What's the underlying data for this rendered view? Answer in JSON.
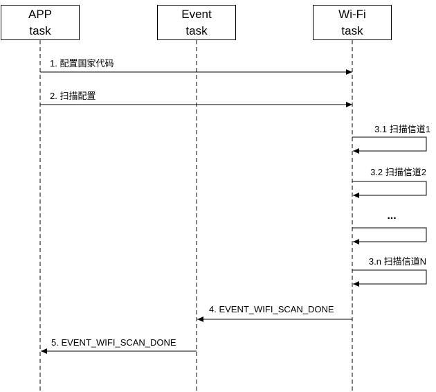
{
  "participants": [
    {
      "id": "app",
      "line1": "APP",
      "line2": "task"
    },
    {
      "id": "event",
      "line1": "Event",
      "line2": "task"
    },
    {
      "id": "wifi",
      "line1": "Wi-Fi",
      "line2": "task"
    }
  ],
  "messages": [
    {
      "id": "m1",
      "label": "1.  配置国家代码",
      "from": "app",
      "to": "wifi"
    },
    {
      "id": "m2",
      "label": "2.  扫描配置",
      "from": "app",
      "to": "wifi"
    },
    {
      "id": "m3_1",
      "label": "3.1  扫描信道1",
      "from": "wifi",
      "to": "wifi"
    },
    {
      "id": "m3_2",
      "label": "3.2  扫描信道2",
      "from": "wifi",
      "to": "wifi"
    },
    {
      "id": "m3_dots",
      "label": "...",
      "from": "wifi",
      "to": "wifi"
    },
    {
      "id": "m3_n",
      "label": "3.n  扫描信道N",
      "from": "wifi",
      "to": "wifi"
    },
    {
      "id": "m4",
      "label": "4.  EVENT_WIFI_SCAN_DONE",
      "from": "wifi",
      "to": "event"
    },
    {
      "id": "m5",
      "label": "5.  EVENT_WIFI_SCAN_DONE",
      "from": "event",
      "to": "app"
    }
  ]
}
